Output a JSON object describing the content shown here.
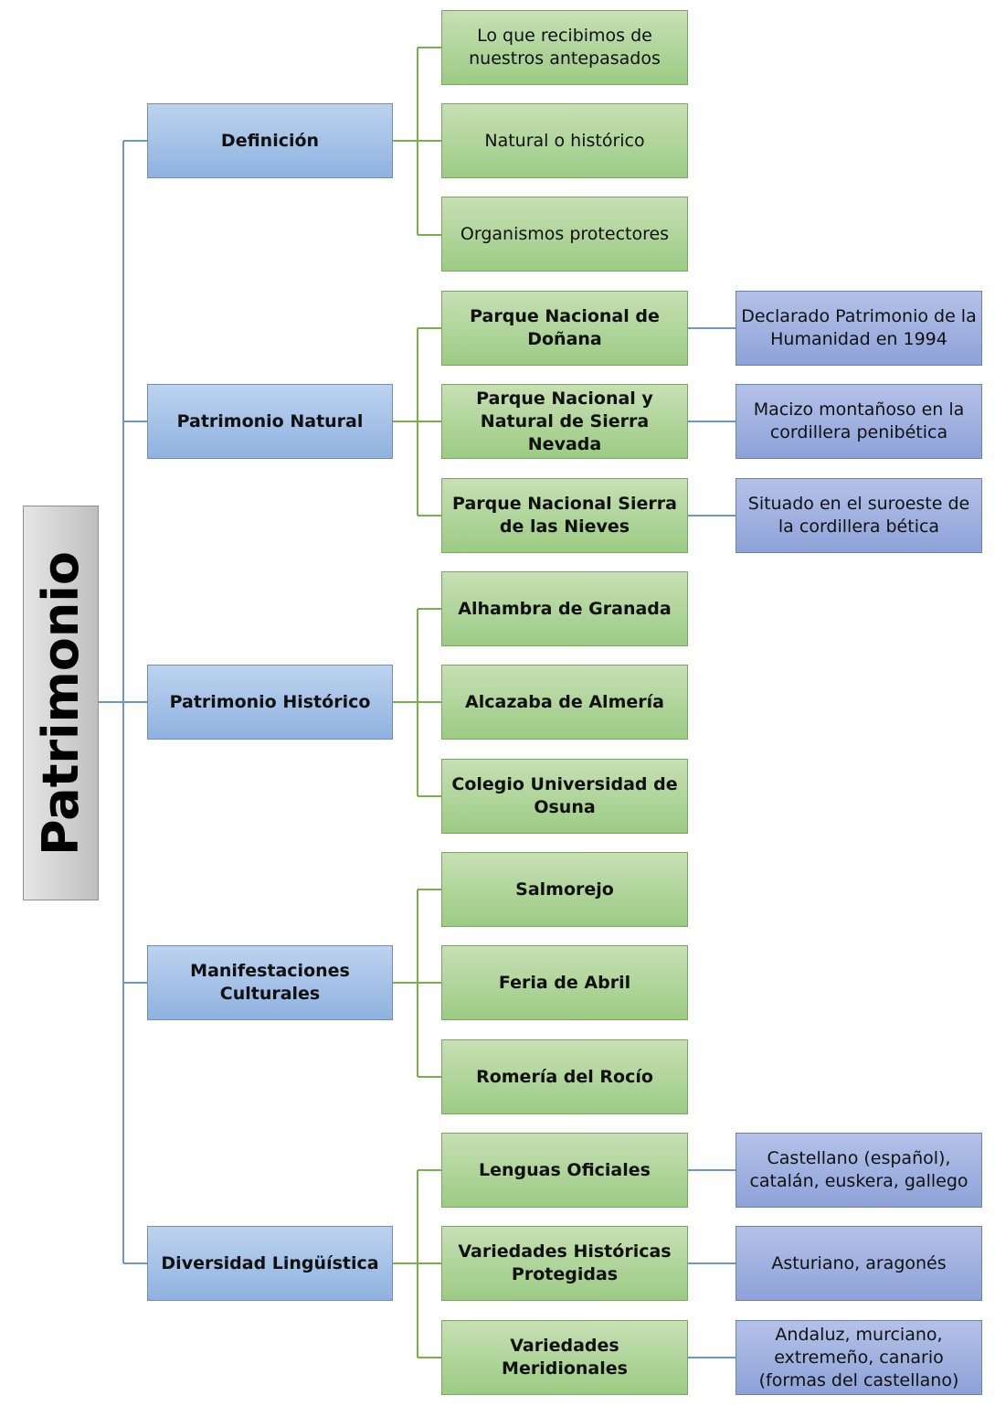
{
  "root": "Patrimonio",
  "colors": {
    "blue_line": "#6d96cf",
    "green_line": "#79b04f"
  },
  "nodes": [
    {
      "label": "Definición",
      "children": [
        {
          "label": "Lo que recibimos de nuestros antepasados",
          "bold": false
        },
        {
          "label": "Natural o histórico",
          "bold": false
        },
        {
          "label": "Organismos protectores",
          "bold": false
        }
      ]
    },
    {
      "label": "Patrimonio Natural",
      "children": [
        {
          "label": "Parque Nacional de Doñana",
          "bold": true,
          "detail": "Declarado Patrimonio de la Humanidad en 1994"
        },
        {
          "label": "Parque Nacional y Natural de Sierra Nevada",
          "bold": true,
          "detail": "Macizo montañoso en la cordillera penibética"
        },
        {
          "label": "Parque Nacional Sierra de las Nieves",
          "bold": true,
          "detail": "Situado en el suroeste de la cordillera bética"
        }
      ]
    },
    {
      "label": "Patrimonio Histórico",
      "children": [
        {
          "label": "Alhambra de Granada",
          "bold": true
        },
        {
          "label": "Alcazaba de Almería",
          "bold": true
        },
        {
          "label": "Colegio Universidad de Osuna",
          "bold": true
        }
      ]
    },
    {
      "label": "Manifestaciones Culturales",
      "children": [
        {
          "label": "Salmorejo",
          "bold": true
        },
        {
          "label": "Feria de Abril",
          "bold": true
        },
        {
          "label": "Romería del Rocío",
          "bold": true
        }
      ]
    },
    {
      "label": "Diversidad Lingüística",
      "children": [
        {
          "label": "Lenguas Oficiales",
          "bold": true,
          "detail": "Castellano (español), catalán, euskera, gallego"
        },
        {
          "label": "Variedades Históricas Protegidas",
          "bold": true,
          "detail": "Asturiano, aragonés"
        },
        {
          "label": "Variedades Meridionales",
          "bold": true,
          "detail": "Andaluz, murciano, extremeño, canario (formas del castellano)"
        }
      ]
    }
  ]
}
